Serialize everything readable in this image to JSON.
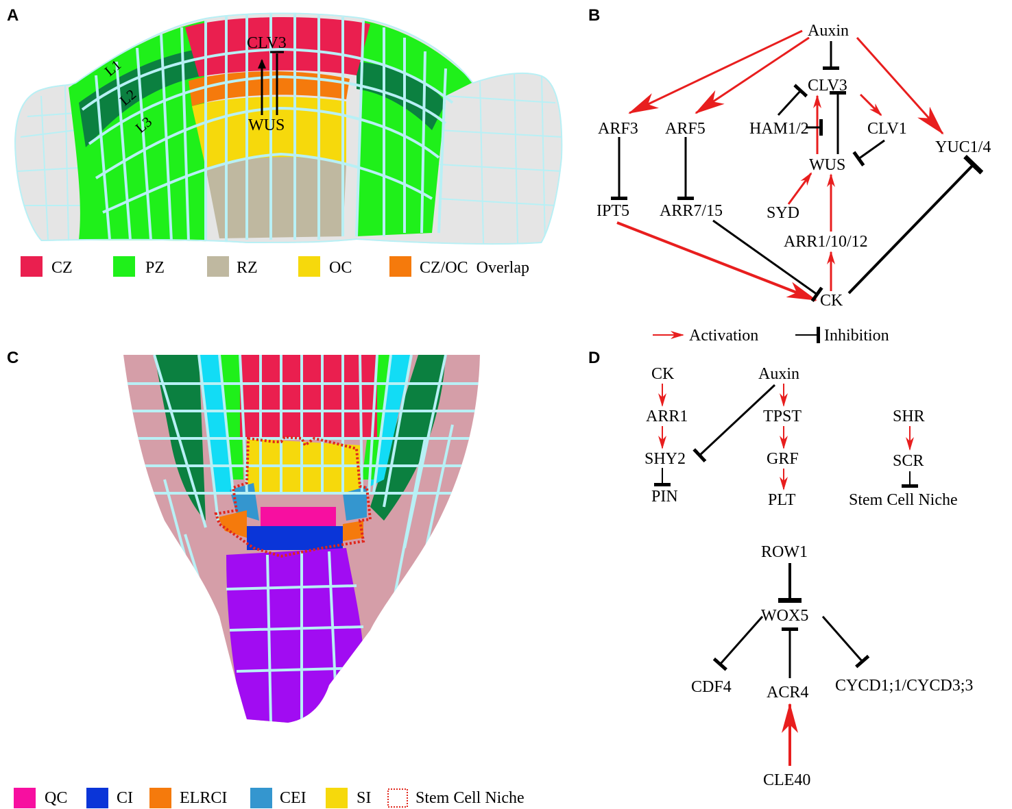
{
  "panels": {
    "a": "A",
    "b": "B",
    "c": "C",
    "d": "D"
  },
  "colors": {
    "cz": "#ea1f4f",
    "pz": "#1ff01a",
    "rz": "#bfb8a0",
    "oc": "#f6d90c",
    "overlap": "#f57a0c",
    "l2": "#0b8040",
    "flank": "#e5e5e5",
    "cell_wall": "#b8f0f5",
    "qc": "#f70fa0",
    "ci": "#0a35d8",
    "elrci": "#f57a0c",
    "cei": "#3496cf",
    "si": "#f6d90c",
    "niche_outline": "#e0261c",
    "columella": "#a10cf2",
    "lrc": "#d59ea8",
    "endo": "#12dcf5",
    "activation": "#e81e1e",
    "inhibition": "#000000"
  },
  "panel_a": {
    "layers": [
      "L1",
      "L2",
      "L3"
    ],
    "genes": {
      "clv3": "CLV3",
      "wus": "WUS"
    },
    "legend": [
      {
        "key": "cz",
        "label": "CZ"
      },
      {
        "key": "pz",
        "label": "PZ"
      },
      {
        "key": "rz",
        "label": "RZ"
      },
      {
        "key": "oc",
        "label": "OC"
      },
      {
        "key": "overlap",
        "label": "CZ/OC  Overlap"
      }
    ]
  },
  "panel_b": {
    "nodes": {
      "auxin": "Auxin",
      "clv3": "CLV3",
      "arf3": "ARF3",
      "arf5": "ARF5",
      "ham": "HAM1/2",
      "clv1": "CLV1",
      "wus": "WUS",
      "yuc": "YUC1/4",
      "ipt5": "IPT5",
      "arr715": "ARR7/15",
      "syd": "SYD",
      "arr11012": "ARR1/10/12",
      "ck": "CK"
    },
    "legend": {
      "activation": "Activation",
      "inhibition": "Inhibition"
    }
  },
  "panel_c": {
    "legend": [
      {
        "key": "qc",
        "label": "QC"
      },
      {
        "key": "ci",
        "label": "CI"
      },
      {
        "key": "elrci",
        "label": "ELRCI"
      },
      {
        "key": "cei",
        "label": "CEI"
      },
      {
        "key": "si",
        "label": "SI"
      },
      {
        "key": "niche",
        "label": "Stem Cell Niche"
      }
    ]
  },
  "panel_d": {
    "nodes": {
      "ck": "CK",
      "arr1": "ARR1",
      "shy2": "SHY2",
      "pin": "PIN",
      "auxin": "Auxin",
      "tpst": "TPST",
      "grf": "GRF",
      "plt": "PLT",
      "shr": "SHR",
      "scr": "SCR",
      "niche": "Stem Cell Niche",
      "row1": "ROW1",
      "wox5": "WOX5",
      "cdf4": "CDF4",
      "acr4": "ACR4",
      "cycd": "CYCD1;1/CYCD3;3",
      "cle40": "CLE40"
    }
  }
}
